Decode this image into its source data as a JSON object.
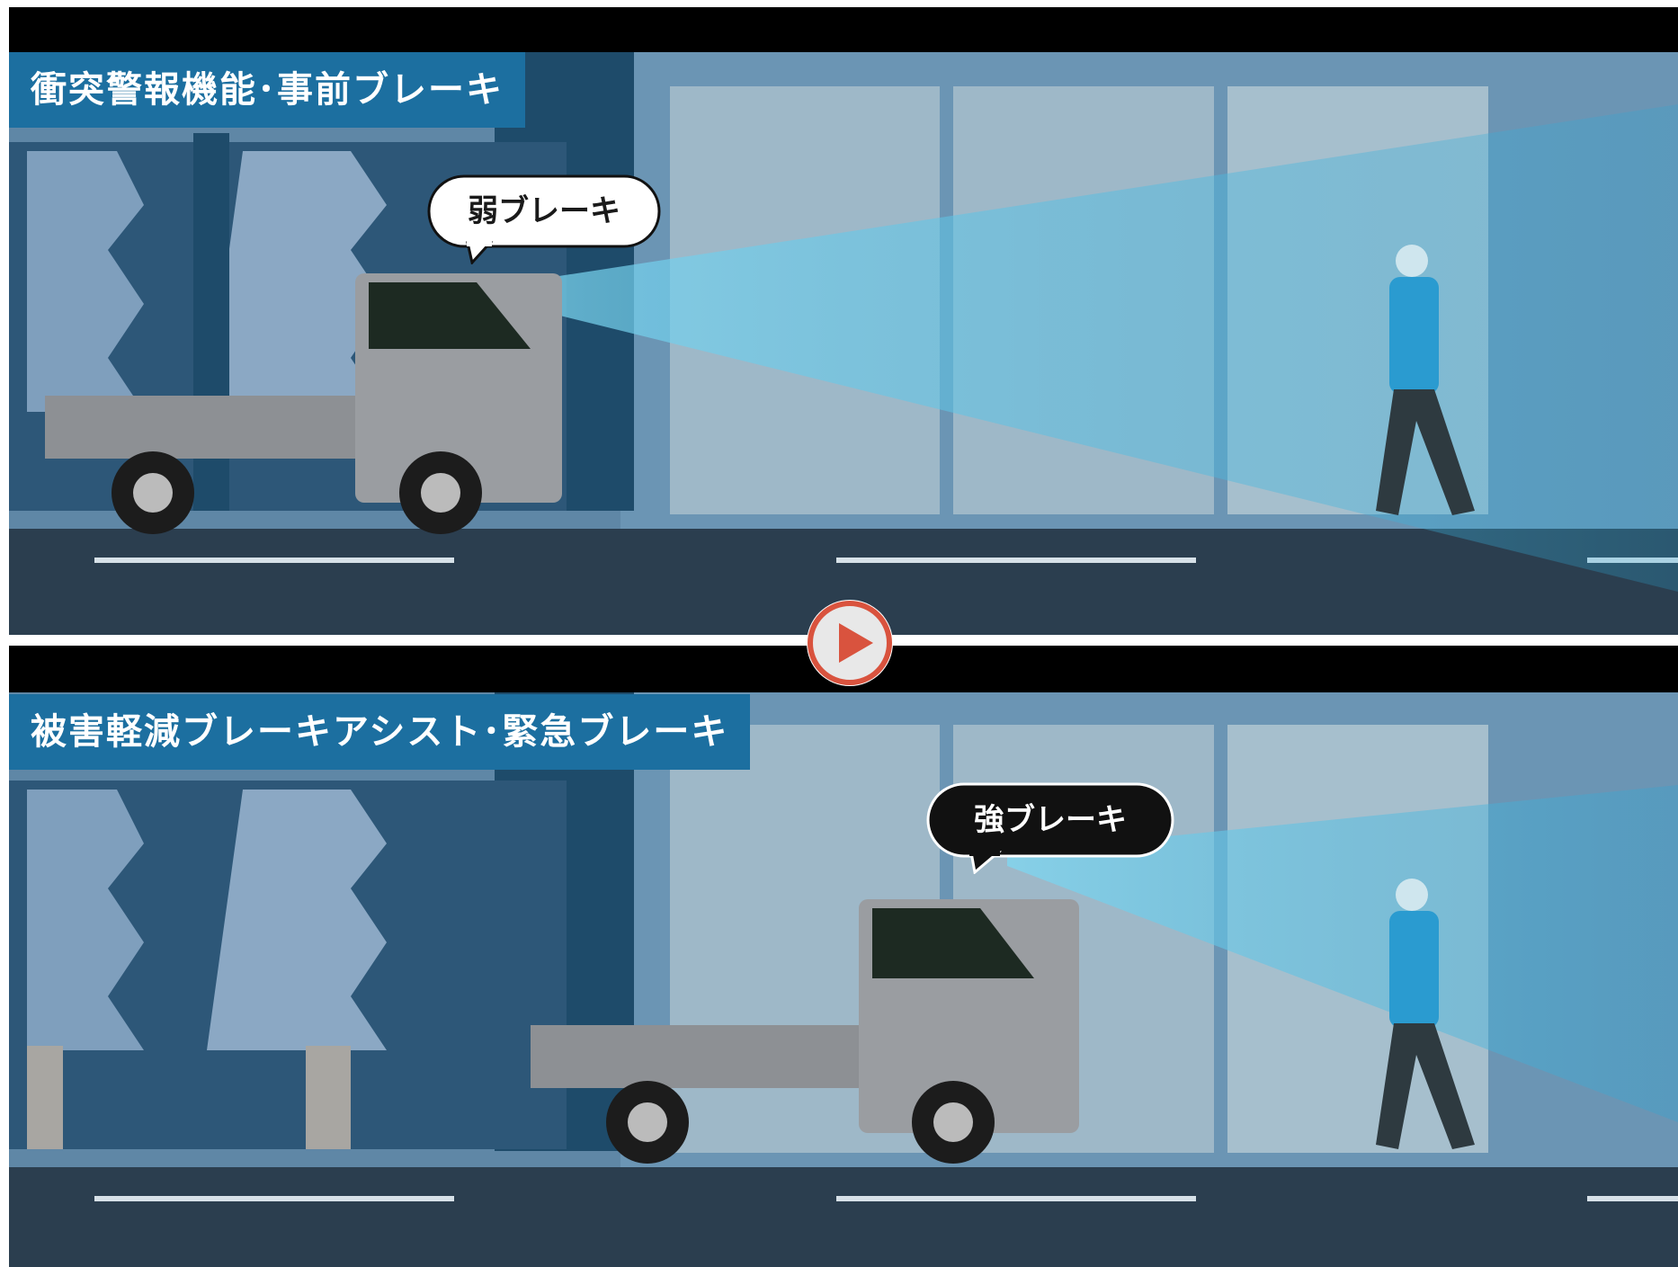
{
  "panels": [
    {
      "id": "pre-brake",
      "title": "衝突警報機能･事前ブレーキ",
      "bubble": "弱ブレーキ",
      "bubble_style": "light"
    },
    {
      "id": "emergency-brake",
      "title": "被害軽減ブレーキアシスト･緊急ブレーキ",
      "bubble": "強ブレーキ",
      "bubble_style": "dark"
    }
  ],
  "play_button": {
    "icon": "play-icon",
    "color": "#d9533e"
  },
  "colors": {
    "title_bg": "#1c6fa0",
    "scene_bg": "#5f87a6",
    "road": "#2b3e4f",
    "sensor_beam": "#5cc7e8"
  }
}
